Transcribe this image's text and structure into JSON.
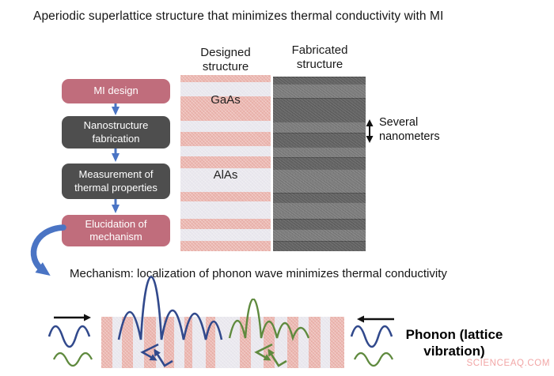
{
  "title": "Aperiodic superlattice structure that minimizes thermal conductivity with MI",
  "headers": {
    "designed": "Designed structure",
    "fabricated": "Fabricated structure"
  },
  "flowchart": {
    "steps": [
      {
        "label": "MI design",
        "type": "rose"
      },
      {
        "label": "Nanostructure fabrication",
        "type": "dark"
      },
      {
        "label": "Measurement of thermal properties",
        "type": "dark"
      },
      {
        "label": "Elucidation of mechanism",
        "type": "rose"
      }
    ]
  },
  "materials": {
    "top_layer": "GaAs",
    "bottom_layer": "AlAs"
  },
  "scale_annotation": "Several nanometers",
  "mechanism_text": "Mechanism: localization of phonon wave minimizes thermal conductivity",
  "phonon_label": "Phonon (lattice vibration)",
  "watermark": "SCIENCEAQ.COM",
  "colors": {
    "rose_box": "#c06d7c",
    "dark_box": "#4e4e4e",
    "flow_blue": "#4a74c4",
    "stripe_pink": "#e8afa8",
    "stripe_gray": "#e7e5ec",
    "sem_dark": "#6b6b6b",
    "sem_light": "#878787",
    "wave_blue": "#31498c",
    "wave_green": "#5f8a3e",
    "arrow_black": "#111111",
    "watermark_pink": "#f2a6a6"
  },
  "designed_stripes": [
    {
      "c": "pink",
      "h": 9
    },
    {
      "c": "gray",
      "h": 18
    },
    {
      "c": "pink",
      "h": 31
    },
    {
      "c": "gray",
      "h": 14
    },
    {
      "c": "pink",
      "h": 18
    },
    {
      "c": "gray",
      "h": 13
    },
    {
      "c": "pink",
      "h": 15
    },
    {
      "c": "gray",
      "h": 30
    },
    {
      "c": "pink",
      "h": 12
    },
    {
      "c": "gray",
      "h": 22
    },
    {
      "c": "pink",
      "h": 13
    },
    {
      "c": "gray",
      "h": 15
    },
    {
      "c": "pink",
      "h": 13
    }
  ],
  "bar_stripes": [
    {
      "c": "pink",
      "w": 14
    },
    {
      "c": "gray",
      "w": 12
    },
    {
      "c": "pink",
      "w": 14
    },
    {
      "c": "gray",
      "w": 14
    },
    {
      "c": "pink",
      "w": 15
    },
    {
      "c": "gray",
      "w": 10
    },
    {
      "c": "pink",
      "w": 13
    },
    {
      "c": "gray",
      "w": 13
    },
    {
      "c": "pink",
      "w": 10
    },
    {
      "c": "gray",
      "w": 17
    },
    {
      "c": "pink",
      "w": 12
    },
    {
      "c": "gray",
      "w": 31
    },
    {
      "c": "pink",
      "w": 14
    },
    {
      "c": "gray",
      "w": 16
    },
    {
      "c": "pink",
      "w": 14
    },
    {
      "c": "gray",
      "w": 16
    },
    {
      "c": "pink",
      "w": 14
    },
    {
      "c": "gray",
      "w": 13
    },
    {
      "c": "pink",
      "w": 15
    },
    {
      "c": "gray",
      "w": 12
    },
    {
      "c": "pink",
      "w": 18
    }
  ]
}
